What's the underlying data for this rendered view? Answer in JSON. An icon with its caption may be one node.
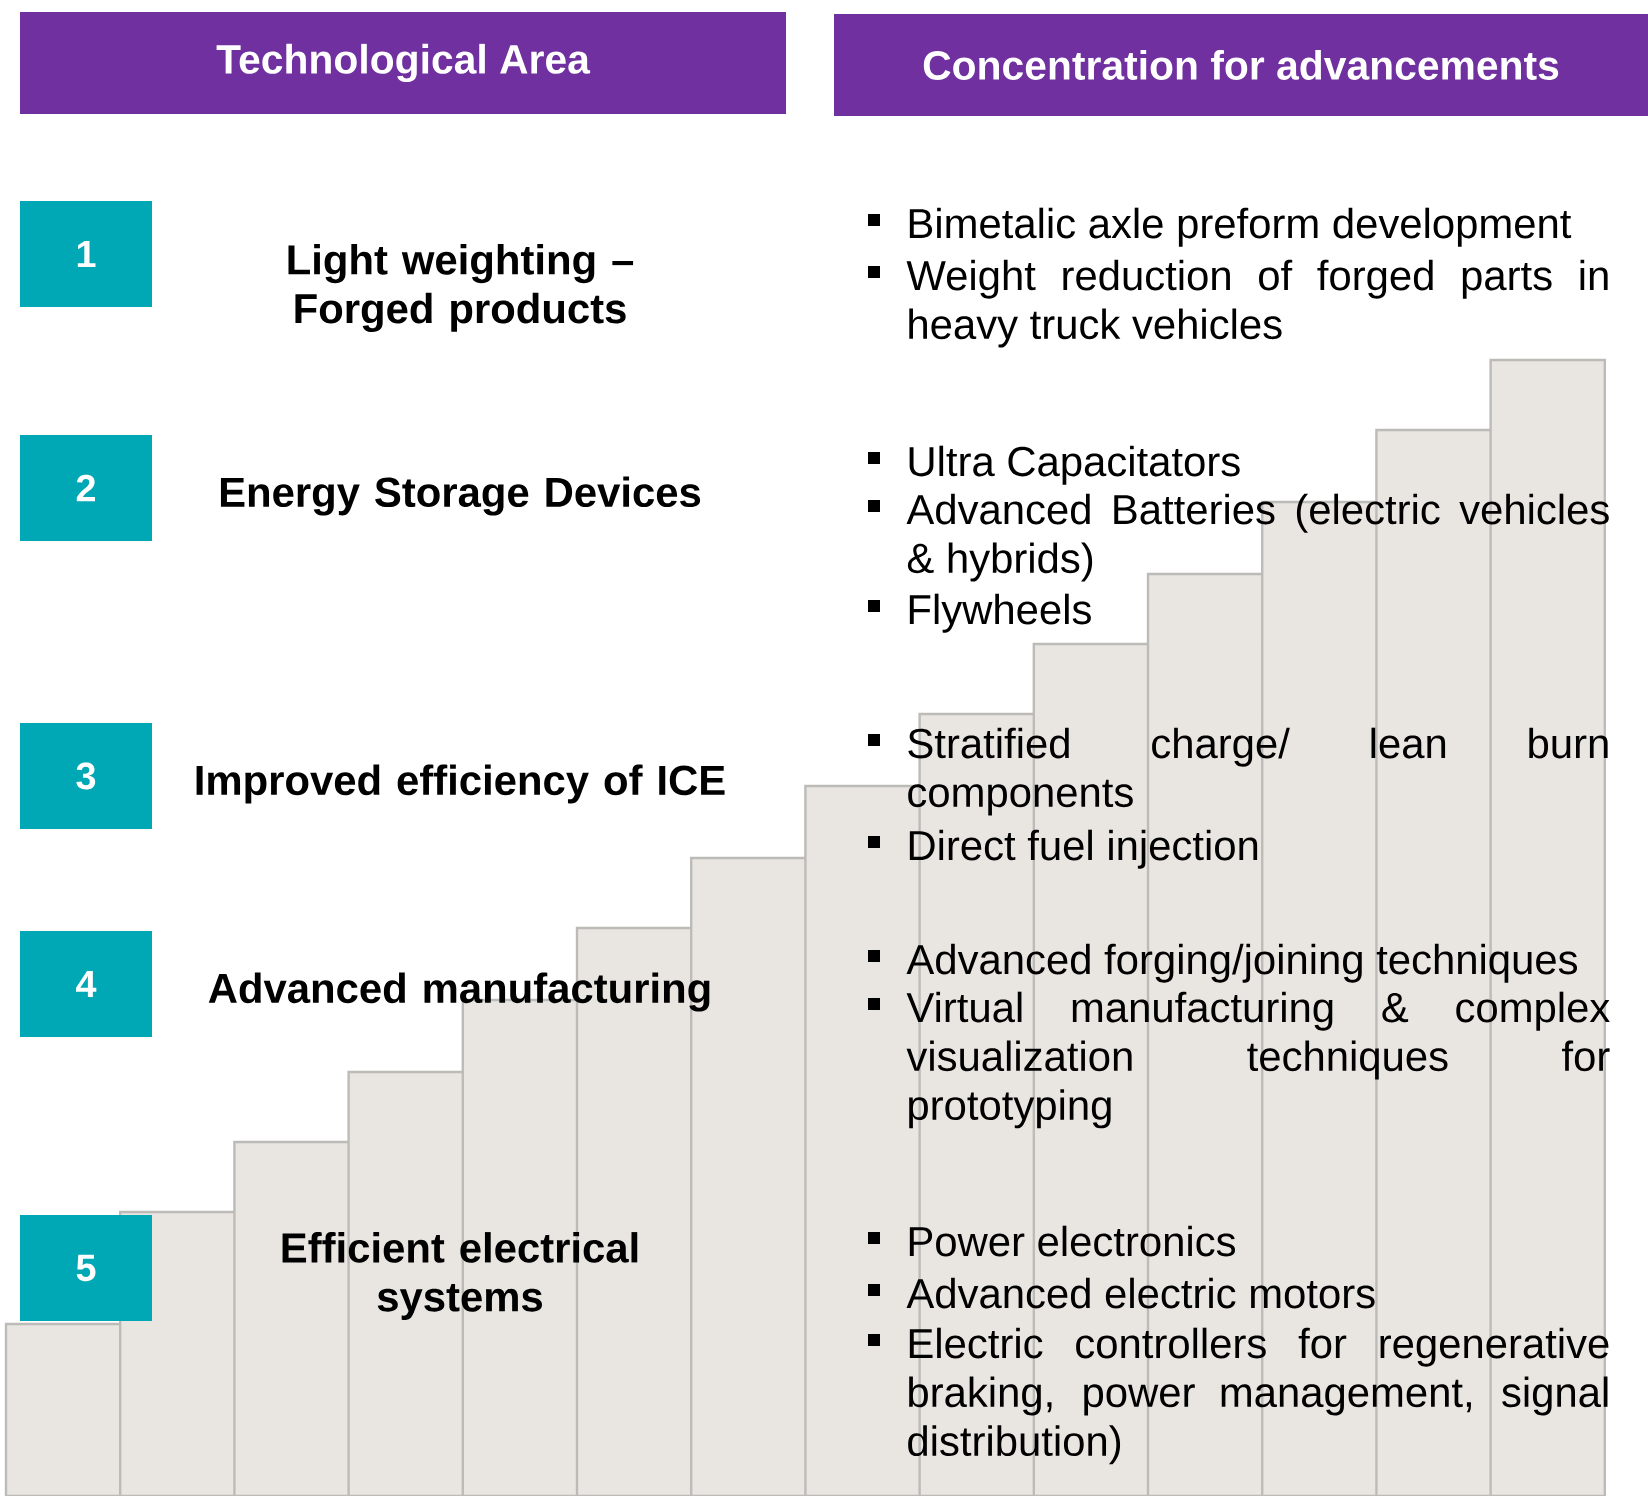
{
  "diagram": {
    "nodes": [
      {
        "text": [
          "Technological Area"
        ]
      },
      {
        "text": [
          "Concentration for advancements"
        ]
      },
      {
        "text": [
          "1"
        ]
      },
      {
        "text": [
          "2"
        ]
      },
      {
        "text": [
          "3"
        ]
      },
      {
        "text": [
          "4"
        ]
      },
      {
        "text": [
          "5"
        ]
      }
    ],
    "labels": [
      "Light weighting – Forged products",
      "Bimetalic axle preform development",
      "Weight reduction of forged parts in heavy truck vehicles",
      "Energy Storage Devices",
      "Ultra Capacitators",
      "Advanced Batteries (electric vehicles & hybrids)",
      "Flywheels",
      "Improved efficiency of ICE",
      "Stratified charge/ lean burn components",
      "Direct fuel injection",
      "Advanced manufacturing",
      "Advanced forging/joining techniques",
      "Virtual manufacturing & complex visualization techniques for prototyping",
      "Efficient electrical systems",
      "Power electronics",
      "Advanced electric motors",
      "Electric controllers for regenerative braking, power management, signal distribution)"
    ]
  }
}
